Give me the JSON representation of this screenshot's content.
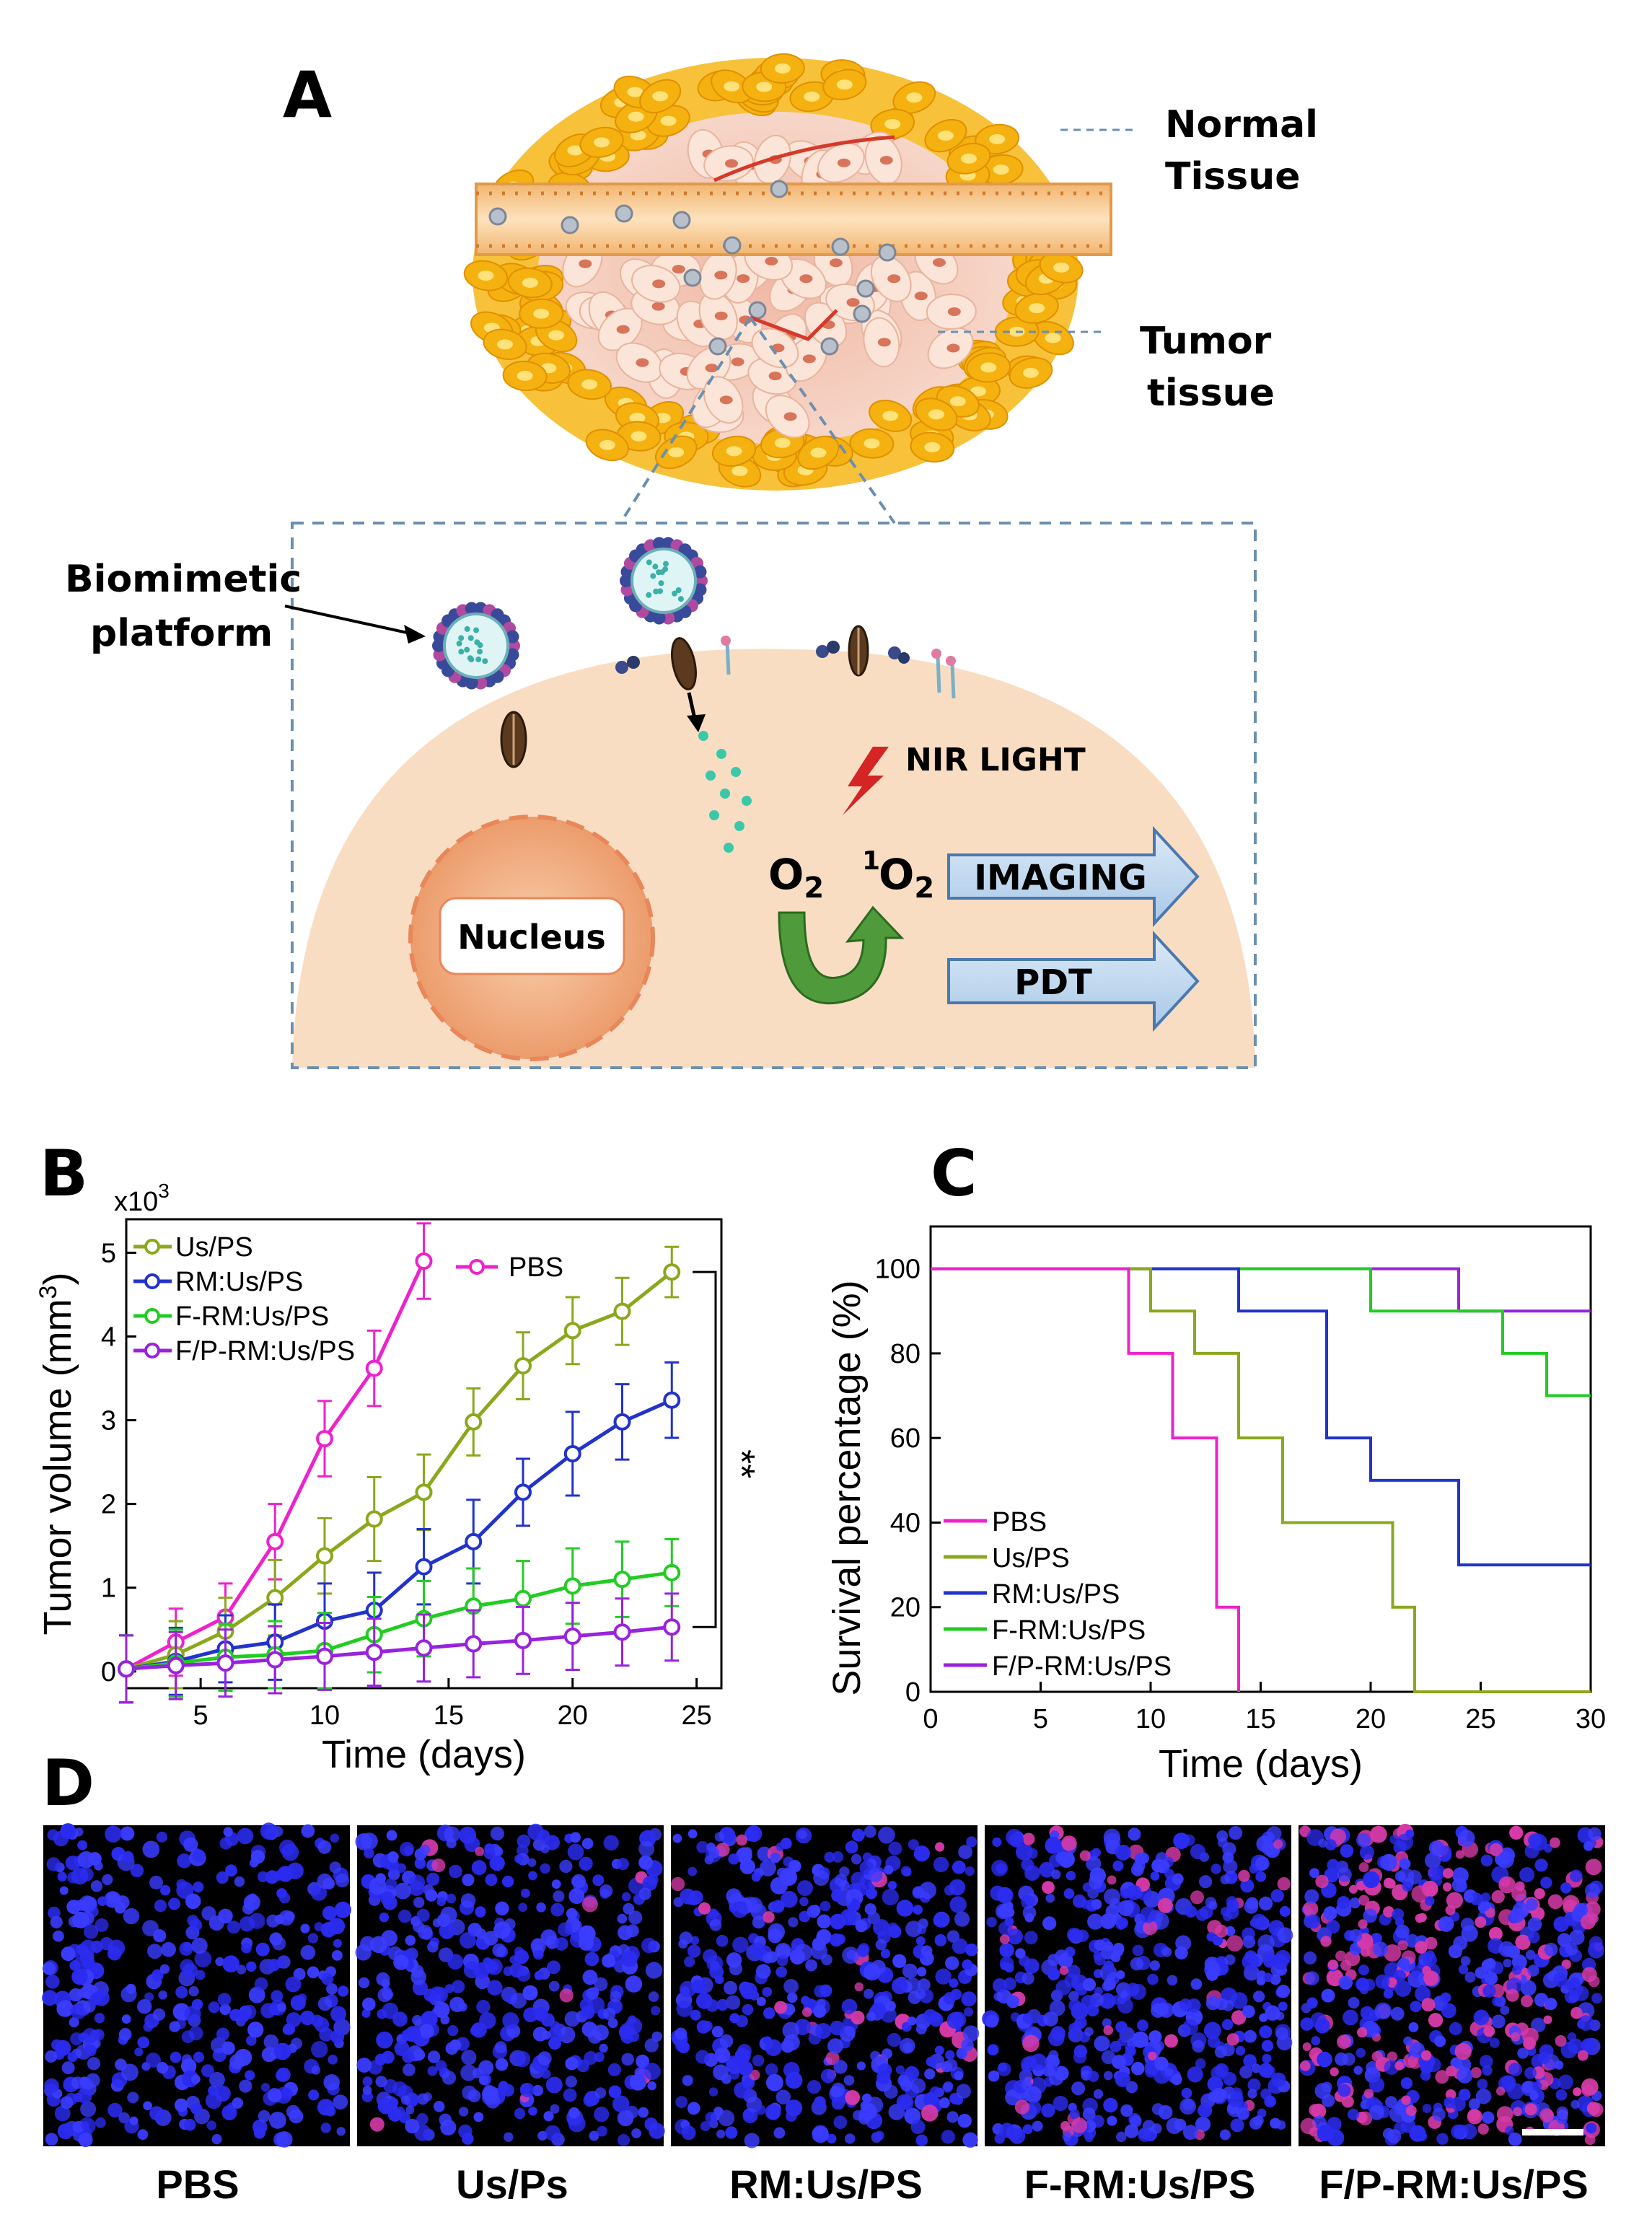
{
  "panel_letters": {
    "a": "A",
    "b": "B",
    "c": "C",
    "d": "D"
  },
  "diagram": {
    "normal_tissue": [
      "Normal",
      "Tissue"
    ],
    "tumor_tissue": [
      "Tumor",
      "tissue"
    ],
    "biomimetic": [
      "Biomimetic",
      "platform"
    ],
    "nir_light": "NIR LIGHT",
    "nucleus": "Nucleus",
    "o2_left": "O",
    "o2_left_sub": "2",
    "o2_right_sup": "1",
    "o2_right": "O",
    "o2_right_sub": "2",
    "imaging": "IMAGING",
    "pdt": "PDT"
  },
  "colors": {
    "PBS": "#ee22cc",
    "Us/PS": "#8aa81c",
    "RM:Us/PS": "#2233cc",
    "F-RM:Us/PS": "#22cc22",
    "F/P-RM:Us/PS": "#9922dd"
  },
  "chart_data": [
    {
      "type": "line",
      "panel": "B",
      "xlabel": "Time (days)",
      "ylabel": "Tumor volume (mm",
      "ylabel_sup": "3",
      "ylabel_end": ")",
      "scale_label": "x10",
      "scale_sup": "3",
      "xlim": [
        2,
        26
      ],
      "ylim": [
        -0.2,
        5.4
      ],
      "xticks": [
        5,
        10,
        15,
        20,
        25
      ],
      "yticks": [
        0,
        1,
        2,
        3,
        4,
        5
      ],
      "significance": "**",
      "series": [
        {
          "name": "PBS",
          "x": [
            2,
            4,
            6,
            8,
            10,
            12,
            14
          ],
          "y": [
            0.03,
            0.35,
            0.65,
            1.55,
            2.78,
            3.62,
            4.9
          ],
          "err": [
            0.4,
            0.4,
            0.4,
            0.45,
            0.45,
            0.45,
            0.45
          ]
        },
        {
          "name": "Us/PS",
          "x": [
            2,
            4,
            6,
            8,
            10,
            12,
            14,
            16,
            18,
            20,
            22,
            24
          ],
          "y": [
            0.03,
            0.2,
            0.48,
            0.88,
            1.38,
            1.82,
            2.14,
            2.98,
            3.65,
            4.07,
            4.3,
            4.77
          ],
          "err": [
            0.4,
            0.4,
            0.4,
            0.45,
            0.45,
            0.5,
            0.45,
            0.4,
            0.4,
            0.4,
            0.4,
            0.3
          ]
        },
        {
          "name": "RM:Us/PS",
          "x": [
            2,
            4,
            6,
            8,
            10,
            12,
            14,
            16,
            18,
            20,
            22,
            24
          ],
          "y": [
            0.03,
            0.12,
            0.27,
            0.35,
            0.6,
            0.73,
            1.25,
            1.55,
            2.14,
            2.6,
            2.98,
            3.24
          ],
          "err": [
            0.4,
            0.4,
            0.4,
            0.45,
            0.45,
            0.45,
            0.45,
            0.5,
            0.4,
            0.5,
            0.45,
            0.45
          ]
        },
        {
          "name": "F-RM:Us/PS",
          "x": [
            2,
            4,
            6,
            8,
            10,
            12,
            14,
            16,
            18,
            20,
            22,
            24
          ],
          "y": [
            0.03,
            0.1,
            0.17,
            0.2,
            0.25,
            0.44,
            0.63,
            0.78,
            0.87,
            1.02,
            1.1,
            1.18
          ],
          "err": [
            0.4,
            0.4,
            0.4,
            0.4,
            0.45,
            0.45,
            0.45,
            0.45,
            0.45,
            0.45,
            0.45,
            0.4
          ]
        },
        {
          "name": "F/P-RM:Us/PS",
          "x": [
            2,
            4,
            6,
            8,
            10,
            12,
            14,
            16,
            18,
            20,
            22,
            24
          ],
          "y": [
            0.03,
            0.07,
            0.1,
            0.14,
            0.18,
            0.23,
            0.28,
            0.33,
            0.37,
            0.42,
            0.47,
            0.53
          ],
          "err": [
            0.4,
            0.4,
            0.4,
            0.4,
            0.4,
            0.4,
            0.4,
            0.4,
            0.4,
            0.4,
            0.4,
            0.4
          ]
        }
      ]
    },
    {
      "type": "line",
      "step": true,
      "panel": "C",
      "xlabel": "Time (days)",
      "ylabel": "Survival percentage (%)",
      "xlim": [
        0,
        30
      ],
      "ylim": [
        0,
        110
      ],
      "xticks": [
        0,
        5,
        10,
        15,
        20,
        25,
        30
      ],
      "yticks": [
        0,
        20,
        40,
        60,
        80,
        100
      ],
      "series": [
        {
          "name": "PBS",
          "x": [
            0,
            9,
            11,
            13,
            14
          ],
          "y": [
            100,
            80,
            60,
            20,
            0
          ]
        },
        {
          "name": "Us/PS",
          "x": [
            0,
            10,
            12,
            14,
            16,
            21,
            22,
            30
          ],
          "y": [
            100,
            90,
            80,
            60,
            40,
            20,
            0,
            0
          ]
        },
        {
          "name": "RM:Us/PS",
          "x": [
            0,
            14,
            18,
            20,
            24,
            30
          ],
          "y": [
            100,
            90,
            60,
            50,
            30,
            30
          ]
        },
        {
          "name": "F-RM:Us/PS",
          "x": [
            0,
            20,
            26,
            28,
            30
          ],
          "y": [
            100,
            90,
            80,
            70,
            70
          ]
        },
        {
          "name": "F/P-RM:Us/PS",
          "x": [
            0,
            24,
            30
          ],
          "y": [
            100,
            90,
            90
          ]
        }
      ]
    }
  ],
  "micrographs": {
    "labels": [
      "PBS",
      "Us/Ps",
      "RM:Us/PS",
      "F-RM:Us/PS",
      "F/P-RM:Us/PS"
    ],
    "red_level": [
      0.0,
      0.02,
      0.06,
      0.08,
      0.32
    ]
  }
}
